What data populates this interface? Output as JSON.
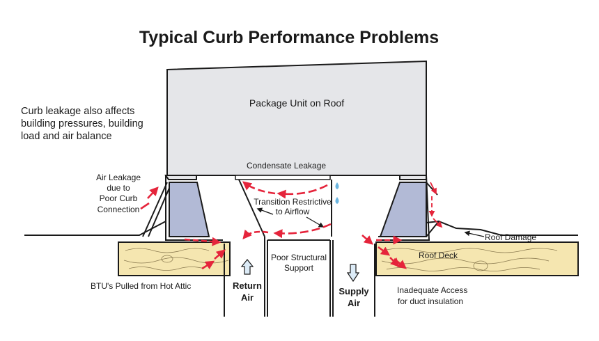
{
  "title": "Typical Curb Performance Problems",
  "note": [
    "Curb leakage also affects",
    "building pressures, building",
    "load and air balance"
  ],
  "labels": {
    "package_unit": "Package Unit on Roof",
    "condensate": "Condensate Leakage",
    "air_leakage": [
      "Air Leakage",
      "due to",
      "Poor Curb",
      "Connection"
    ],
    "transition": [
      "Transition Restrictive",
      "to Airflow"
    ],
    "poor_support": [
      "Poor Structural",
      "Support"
    ],
    "roof_damage": "Roof Damage",
    "roof_deck": "Roof Deck",
    "btu": "BTU's Pulled from Hot Attic",
    "return_air": [
      "Return",
      "Air"
    ],
    "supply_air": [
      "Supply",
      "Air"
    ],
    "inadequate": [
      "Inadequate Access",
      "for duct insulation"
    ]
  },
  "colors": {
    "unit_fill": "#e5e6e9",
    "curb_fill": "#b2bad6",
    "wood_fill": "#f5e6b0",
    "leak_arrow": "#e5243b",
    "water_drop": "#6bb5e0",
    "airflow_arrow": "#dcebf7"
  },
  "icons": {
    "return_arrow": "up-arrow-icon",
    "supply_arrow": "down-arrow-icon",
    "water_drops": "water-drop-icon"
  }
}
